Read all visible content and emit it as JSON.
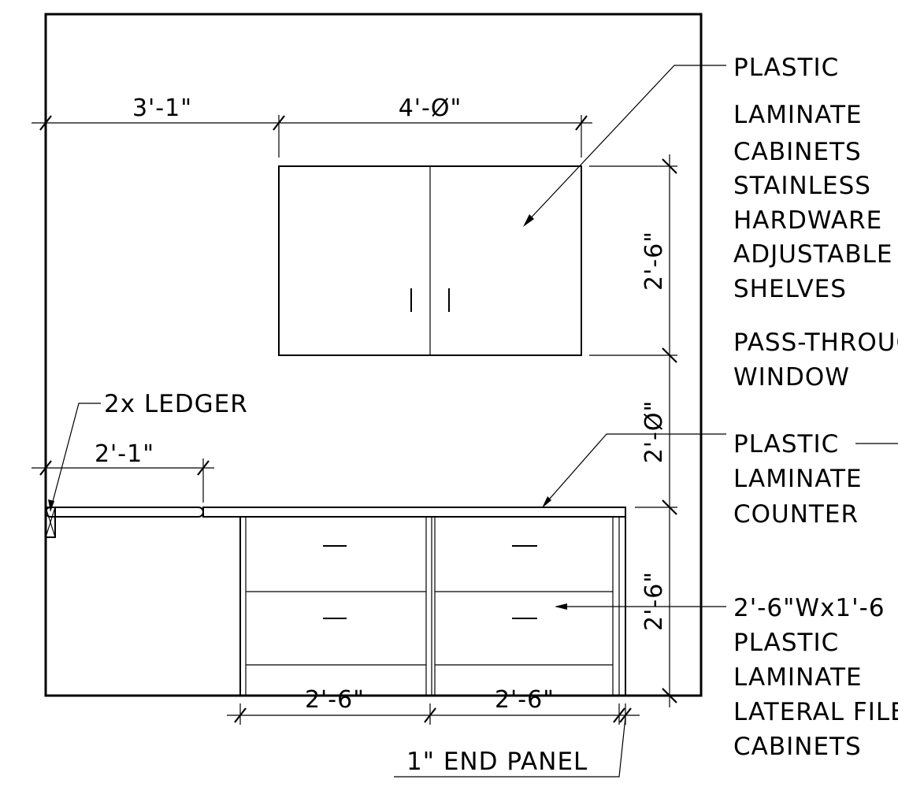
{
  "dimensions": {
    "wall_left_offset": "3'-1\"",
    "upper_cabinet_width": "4'-Ø\"",
    "upper_cabinet_height": "2'-6\"",
    "gap_above_counter": "2'-Ø\"",
    "base_cabinet_height": "2'-6\"",
    "ledger_counter_length": "2'-1\"",
    "base_cabinet_1_width": "2'-6\"",
    "base_cabinet_2_width": "2'-6\""
  },
  "notes": {
    "ledger": "2x LEDGER",
    "end_panel": "1\" END PANEL",
    "upper_cabinet_lines": [
      "PLASTIC",
      "LAMINATE",
      "CABINETS",
      "STAINLESS",
      "HARDWARE",
      "ADJUSTABLE",
      "SHELVES"
    ],
    "window_lines": [
      "PASS-THROUGH",
      "WINDOW"
    ],
    "counter_lines": [
      "PLASTIC",
      "LAMINATE",
      "COUNTER"
    ],
    "lateral_file_lines": [
      "2'-6\"Wx1'-6",
      "PLASTIC",
      "LAMINATE",
      "LATERAL FILE",
      "CABINETS"
    ]
  }
}
